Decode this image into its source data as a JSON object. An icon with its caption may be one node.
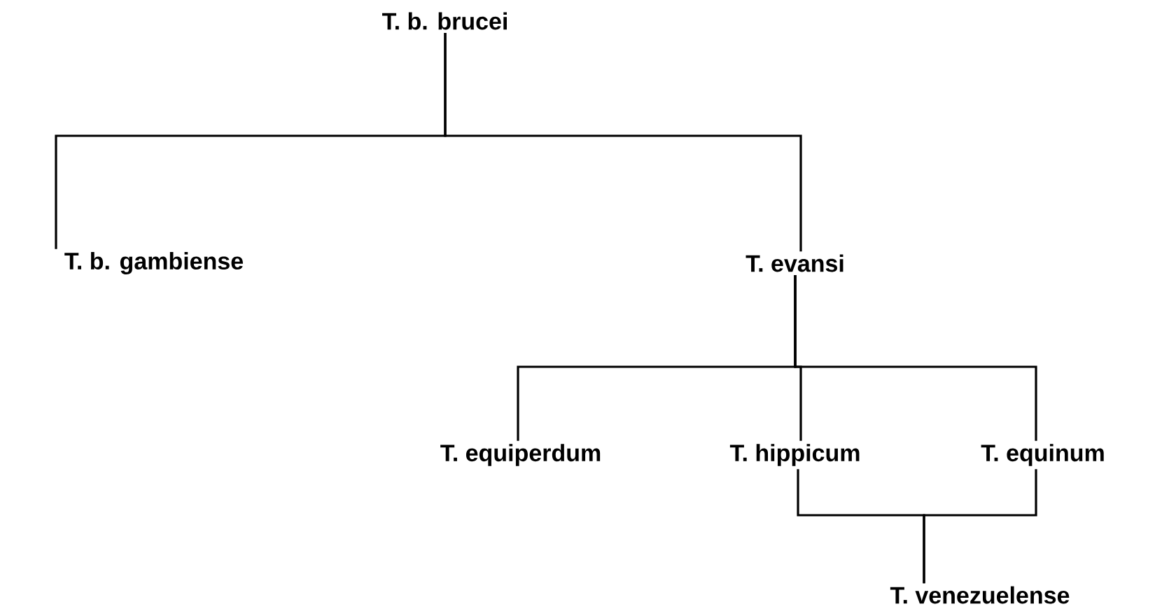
{
  "diagram": {
    "nodes": [
      {
        "text": [
          "T. b. brucei"
        ]
      },
      {
        "text": [
          "T. b. gambiense"
        ]
      },
      {
        "text": [
          "T. evansi"
        ]
      },
      {
        "text": [
          "T. equiperdum"
        ]
      },
      {
        "text": [
          "T. hippicum"
        ]
      },
      {
        "text": [
          "T. equinum"
        ]
      },
      {
        "text": [
          "T. venezuelense"
        ]
      }
    ],
    "edges": [
      {
        "from": 0,
        "to": 1,
        "arrow": "none"
      },
      {
        "from": 0,
        "to": 2,
        "arrow": "none"
      },
      {
        "from": 2,
        "to": 3,
        "arrow": "none"
      },
      {
        "from": 2,
        "to": 4,
        "arrow": "none"
      },
      {
        "from": 2,
        "to": 5,
        "arrow": "none"
      },
      {
        "from": 4,
        "to": 6,
        "arrow": "none"
      },
      {
        "from": 5,
        "to": 6,
        "arrow": "none"
      }
    ]
  }
}
